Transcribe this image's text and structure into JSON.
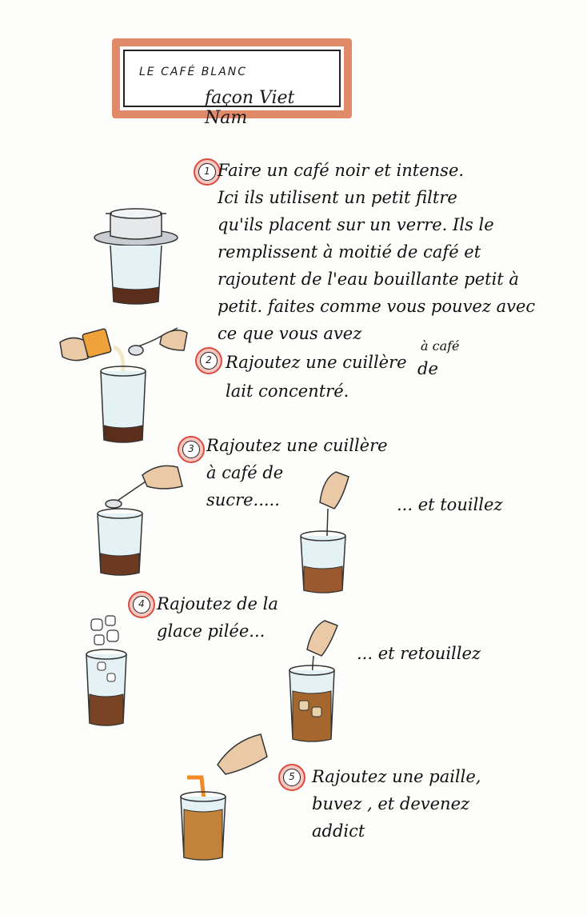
{
  "title": {
    "line1": "LE CAFÉ BLANC",
    "line2": "façon Viet Nam"
  },
  "steps": [
    {
      "number": "1",
      "text": "Faire un café noir et intense.\nIci ils utilisent un petit filtre\nqu'ils placent sur un verre. Ils le\nremplissent à moitié de café et\nrajoutent de l'eau bouillante petit à\npetit. faites comme vous pouvez avec\nce que vous avez"
    },
    {
      "number": "2",
      "text_main": "Rajoutez une cuillère",
      "text_superscript": "à café",
      "text_de": "de",
      "text_line2": "lait concentré."
    },
    {
      "number": "3",
      "text": "Rajoutez une cuillère\nà café de\nsucre.....",
      "text_after": "... et touillez"
    },
    {
      "number": "4",
      "text": "Rajoutez de la\nglace pilée...",
      "text_after": "... et retouillez"
    },
    {
      "number": "5",
      "text": "Rajoutez une paille,\nbuvez , et devenez\naddict"
    }
  ],
  "colors": {
    "title_border": "#e08a6a",
    "number_fill": "#f5c7c0",
    "number_ring": "#d94c3e",
    "coffee": "#5a2e1a",
    "glass": "#b8dce6",
    "skin": "#e9c9a6"
  }
}
